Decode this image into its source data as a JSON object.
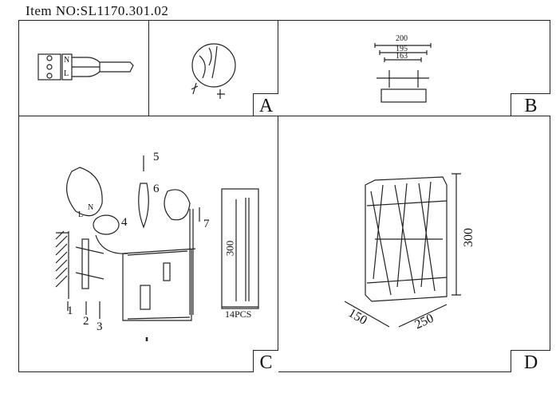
{
  "header": {
    "title": "Item NO:SL1170.301.02"
  },
  "panels": {
    "a": {
      "label": "A",
      "terminal_labels": [
        "N",
        "L"
      ]
    },
    "b": {
      "label": "B",
      "dimensions": [
        "200",
        "195",
        "163"
      ]
    },
    "c": {
      "label": "C",
      "callouts": [
        "1",
        "2",
        "3",
        "4",
        "5",
        "6",
        "7"
      ],
      "crystal_length": "300",
      "crystal_count": "14PCS",
      "detail_labels": [
        "N",
        "L"
      ]
    },
    "d": {
      "label": "D",
      "height": "300",
      "depth": "150",
      "width": "250"
    }
  }
}
